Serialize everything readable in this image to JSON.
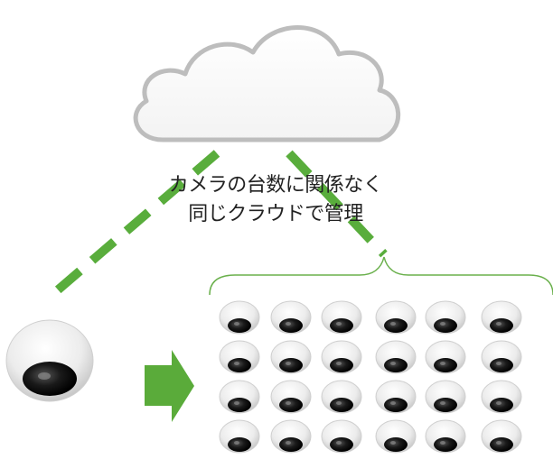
{
  "caption": {
    "line1": "カメラの台数に関係なく",
    "line2": "同じクラウドで管理"
  },
  "icons": {
    "cloud": "cloud-icon",
    "single_camera": "dome-camera-icon",
    "arrow": "arrow-right-icon",
    "camera_group": "dome-camera-icon",
    "bracket": "curly-brace-icon"
  },
  "camera_grid": {
    "rows": 4,
    "cols": 6
  },
  "colors": {
    "dash": "#59ad3c",
    "arrow": "#5aab3a",
    "bracket": "#6ab04c",
    "cloud_stroke": "#bdbdbd",
    "lens": "#1f1f1f"
  }
}
